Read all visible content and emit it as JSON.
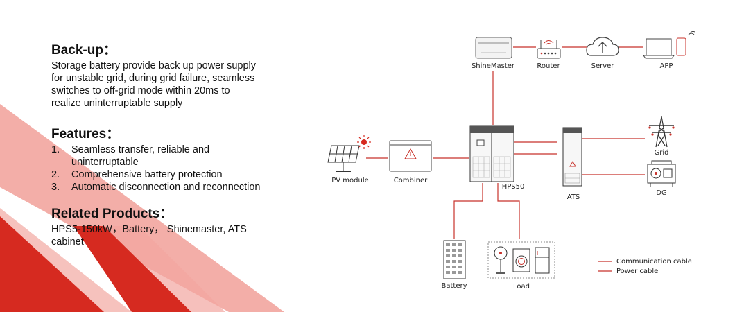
{
  "backup": {
    "heading": "Back-up：",
    "body": "Storage battery provide back up power supply for unstable grid, during grid failure, seamless switches to off-grid mode within 20ms to realize uninterruptable supply"
  },
  "features": {
    "heading": "Features：",
    "items": [
      {
        "num": "1.",
        "text": "Seamless transfer, reliable and uninterruptable"
      },
      {
        "num": "2.",
        "text": "Comprehensive battery protection"
      },
      {
        "num": "3.",
        "text": "Automatic disconnection and reconnection"
      }
    ]
  },
  "related": {
    "heading": "Related Products：",
    "body": "HPS5-150kW，Battery，  Shinemaster, ATS cabinet"
  },
  "diagram": {
    "labels": {
      "shinemaster": "ShineMaster",
      "router": "Router",
      "server": "Server",
      "app": "APP",
      "pv_module": "PV module",
      "combiner": "Combiner",
      "hps50": "HPS50",
      "ats": "ATS",
      "grid": "Grid",
      "dg": "DG",
      "battery": "Battery",
      "load": "Load"
    },
    "legend": {
      "communication": "Communication cable",
      "power": "Power cable"
    },
    "colors": {
      "cable": "#c8322b",
      "stripe_light": "#f0a09a",
      "stripe_dark": "#d9281f"
    }
  }
}
